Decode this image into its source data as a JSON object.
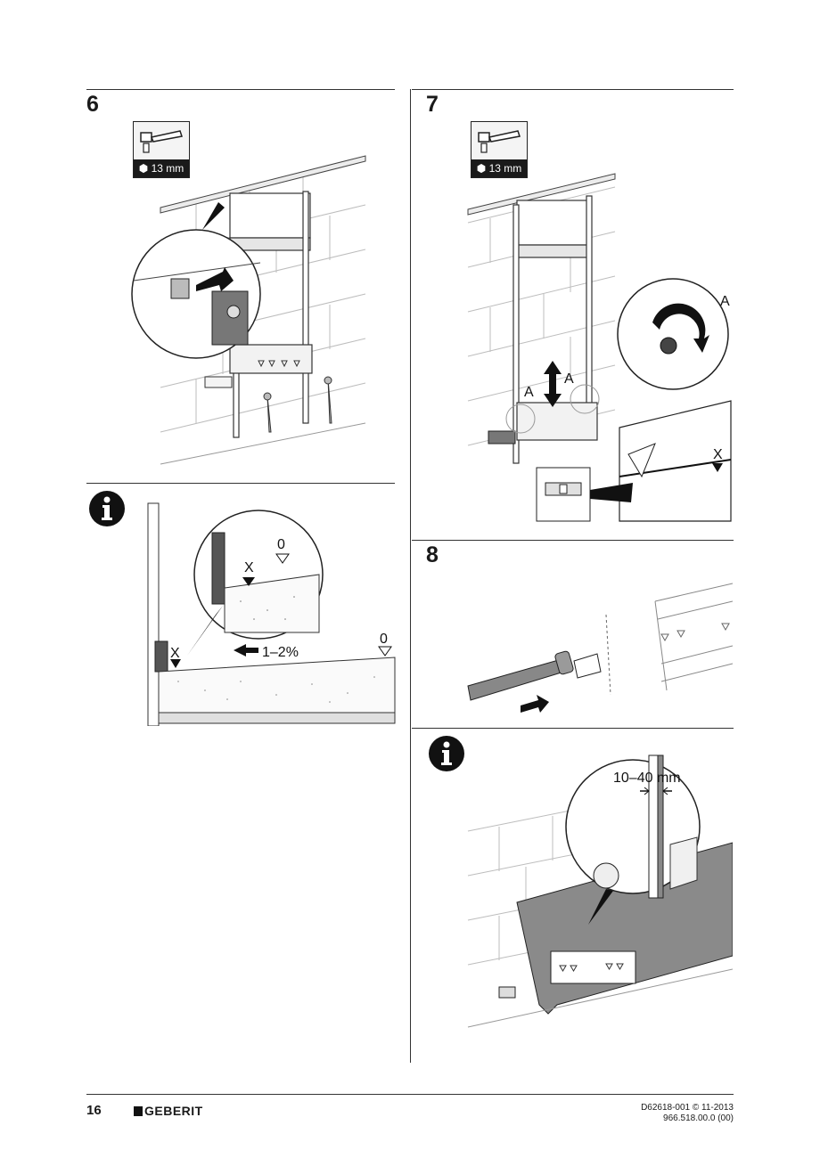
{
  "page": {
    "number": "16"
  },
  "brand": {
    "name": "GEBERIT"
  },
  "footer": {
    "doc_code": "D62618-001 © 11-2013",
    "article_code": "966.518.00.0 (00)"
  },
  "steps": [
    {
      "number": "6",
      "tool_size": "13 mm"
    },
    {
      "number": "7",
      "tool_size": "13 mm",
      "label_a": "A",
      "label_x": "X"
    },
    {
      "number": "8"
    }
  ],
  "info_boxes": [
    {
      "icon": "info-icon",
      "label_x": "X",
      "label_zero": "0",
      "slope": "1–2%"
    },
    {
      "icon": "info-icon",
      "gap": "10–40 mm"
    }
  ],
  "colors": {
    "ink": "#1a1a1a",
    "panel_gray": "#8a8a8a",
    "light_gray": "#d9d9d9",
    "brand_black": "#111111"
  }
}
